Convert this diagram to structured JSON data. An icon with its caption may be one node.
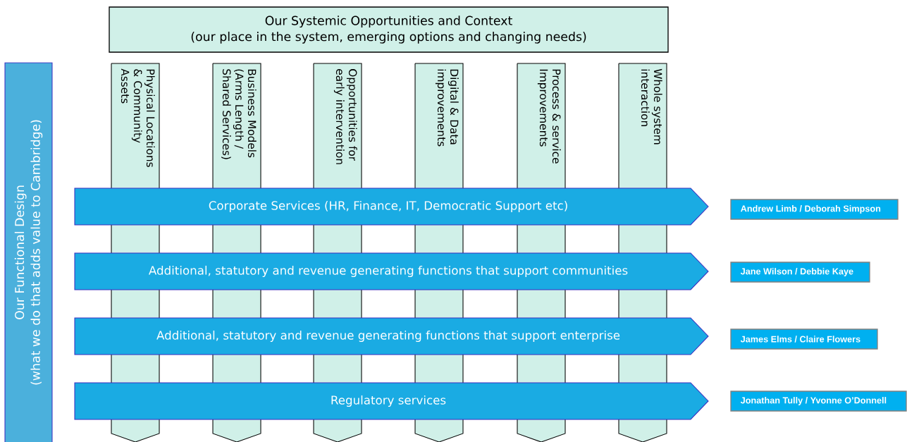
{
  "diagram": {
    "nodes": [
      {
        "text": [
          "Our Systemic Opportunities and Context",
          "(our place in the system, emerging options and changing needs)"
        ]
      },
      {
        "text": [
          "Our Functional Design",
          "(what we do that adds value to Cambridge)"
        ]
      },
      {
        "text": [
          "Physical Locations & Community Assets"
        ]
      },
      {
        "text": [
          "Business Models (Arms Length / Shared Services)"
        ]
      },
      {
        "text": [
          "Opportunities for early intervention"
        ]
      },
      {
        "text": [
          "Digital & Data improvements"
        ]
      },
      {
        "text": [
          "Process & service Improvements"
        ]
      },
      {
        "text": [
          "Whole system interaction"
        ]
      },
      {
        "text": [
          "Corporate Services (HR, Finance, IT, Democratic Support etc)"
        ]
      },
      {
        "text": [
          "Andrew Limb / Deborah Simpson"
        ]
      },
      {
        "text": [
          "Additional, statutory and revenue generating functions that support communities"
        ]
      },
      {
        "text": [
          "Jane Wilson / Debbie Kaye"
        ]
      },
      {
        "text": [
          "Additional, statutory and revenue generating functions that support enterprise"
        ]
      },
      {
        "text": [
          "James Elms / Claire Flowers"
        ]
      },
      {
        "text": [
          "Regulatory services"
        ]
      },
      {
        "text": [
          "Jonathan Tully / Yvonne O’Donnell"
        ]
      }
    ],
    "edges": []
  }
}
